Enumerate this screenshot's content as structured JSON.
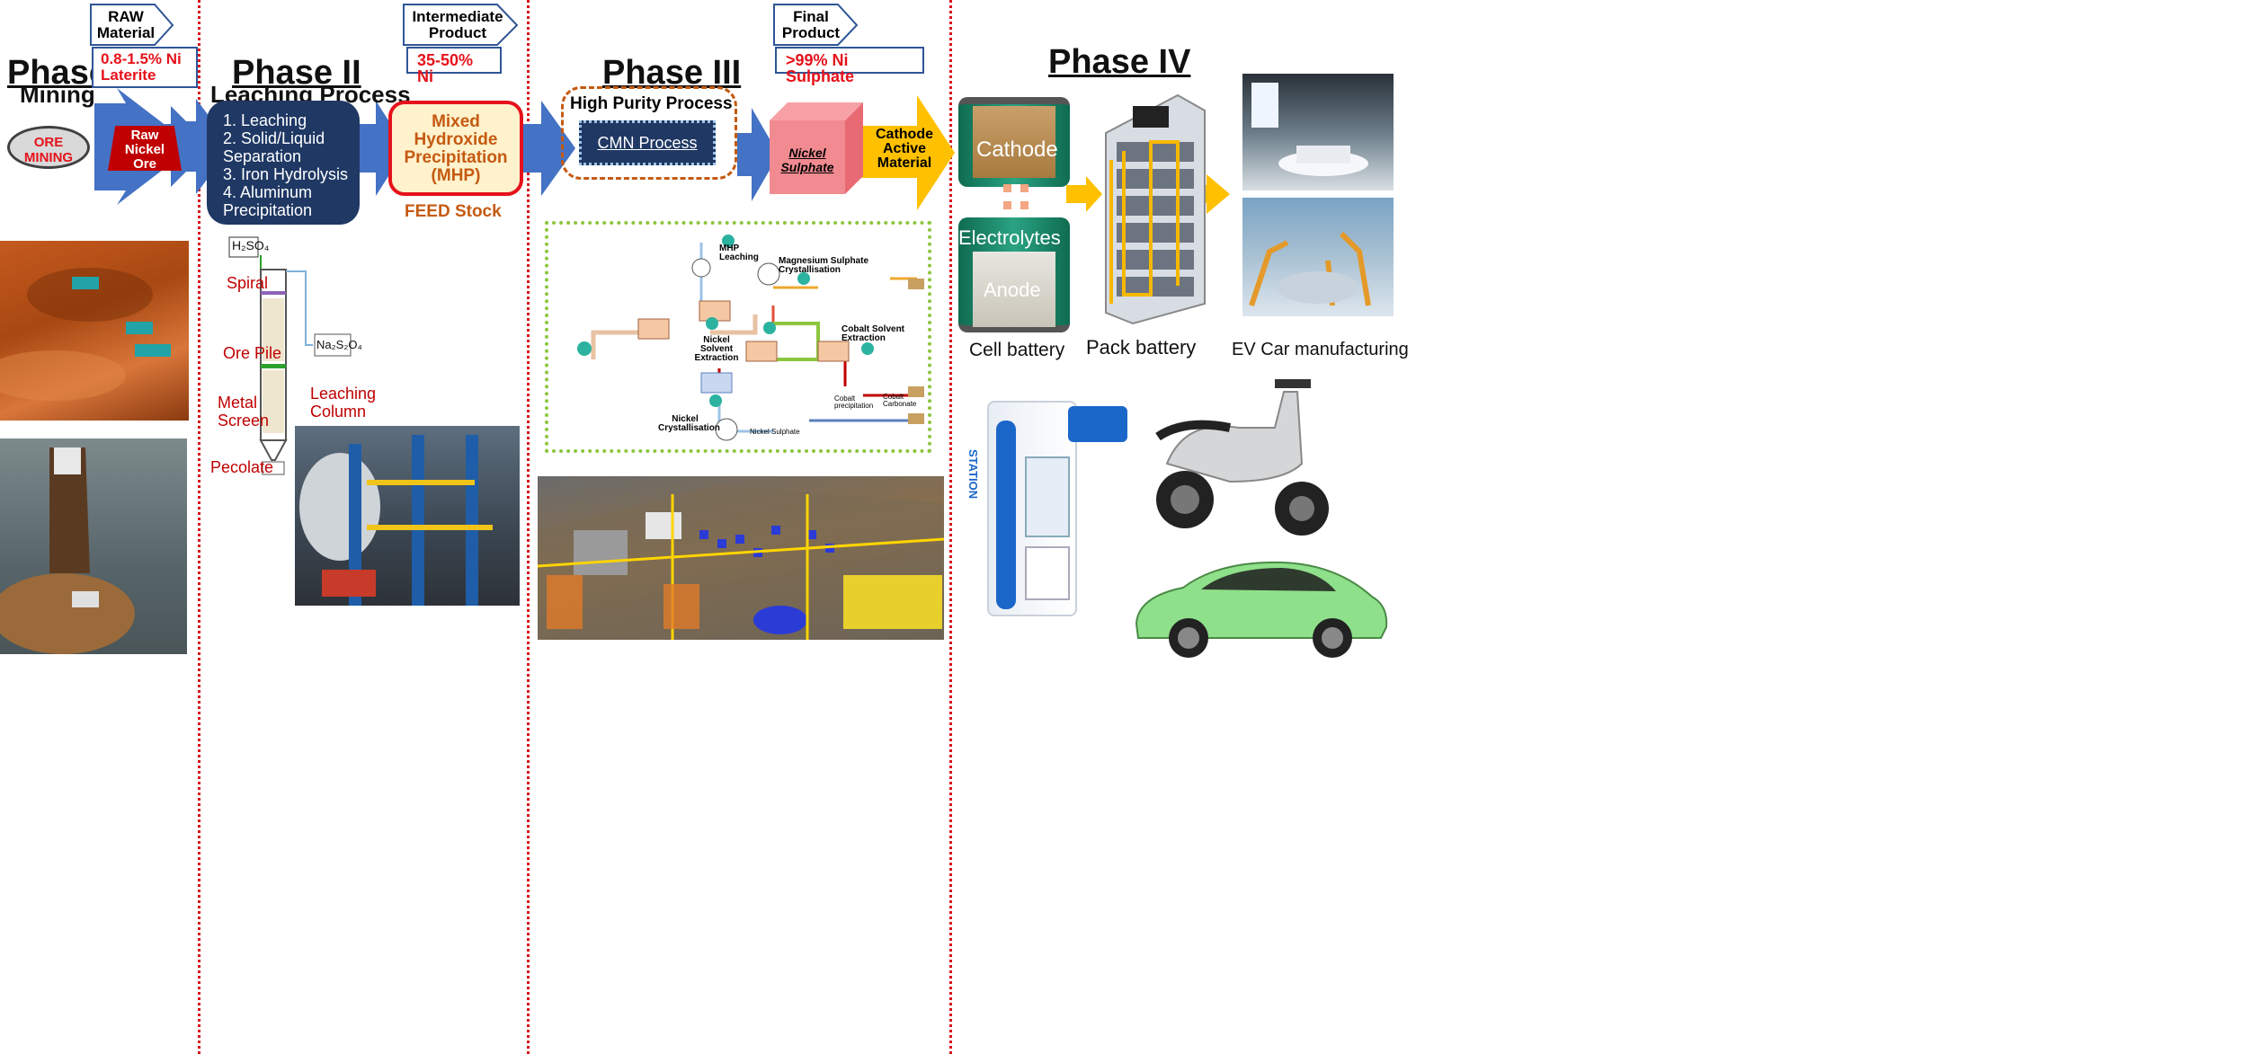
{
  "phase1": {
    "title": "Phase I",
    "subtitle": "Mining",
    "ore_mining": "ORE\nMINING",
    "raw_ore": "Raw\nNickel\nOre"
  },
  "tag_raw": {
    "title": "RAW\nMaterial",
    "value": "0.8-1.5% Ni\nLaterite"
  },
  "phase2": {
    "title": "Phase II",
    "subtitle": "Leaching Process",
    "steps": [
      "1. Leaching",
      "2. Solid/Liquid",
      "Separation",
      "3. Iron Hydrolysis",
      "4. Aluminum",
      "Precipitation"
    ],
    "column_labels": {
      "h2so4": "H₂SO₄",
      "spiral": "Spiral",
      "ore_pile": "Ore Pile",
      "metal_screen": "Metal\nScreen",
      "leaching_column": "Leaching\nColumn",
      "pecolate": "Pecolate",
      "na2s2o4": "Na₂S₂O₄"
    }
  },
  "tag_intermediate": {
    "title": "Intermediate\nProduct",
    "value": "35-50% Ni"
  },
  "mhp": {
    "label": "Mixed\nHydroxide\nPrecipitation\n(MHP)",
    "feed": "FEED Stock"
  },
  "phase3": {
    "title": "Phase III",
    "hpp": "High Purity Process",
    "cmn": "CMN Process",
    "nickel_sulphate": "Nickel\nSulphate",
    "flow_labels": {
      "mhp_leaching": "MHP\nLeaching",
      "mg_cryst": "Magnesium Sulphate\nCrystallisation",
      "nickel_sx": "Nickel\nSolvent\nExtraction",
      "cobalt_sx": "Cobalt Solvent\nExtraction",
      "nickel_cryst": "Nickel\nCrystallisation",
      "nickel_sulphate_small": "Nickel Sulphate",
      "cobalt_carbonate": "Cobalt\nCarbonate",
      "cobalt_precip": "Cobalt\nprecipitation"
    }
  },
  "tag_final": {
    "title": "Final\nProduct",
    "value": ">99% Ni Sulphate"
  },
  "cathode_active": "Cathode\nActive\nMaterial",
  "phase4": {
    "title": "Phase IV",
    "cathode": "Cathode",
    "electrolytes": "Electrolytes",
    "anode": "Anode",
    "cell": "Cell battery",
    "pack": "Pack battery",
    "ev": "EV Car manufacturing",
    "station": "STATION"
  },
  "colors": {
    "arrow_blue": "#4472c4",
    "navy": "#1f3864",
    "red": "#e5121b",
    "gold": "#ffc000",
    "orange": "#c55a11"
  }
}
